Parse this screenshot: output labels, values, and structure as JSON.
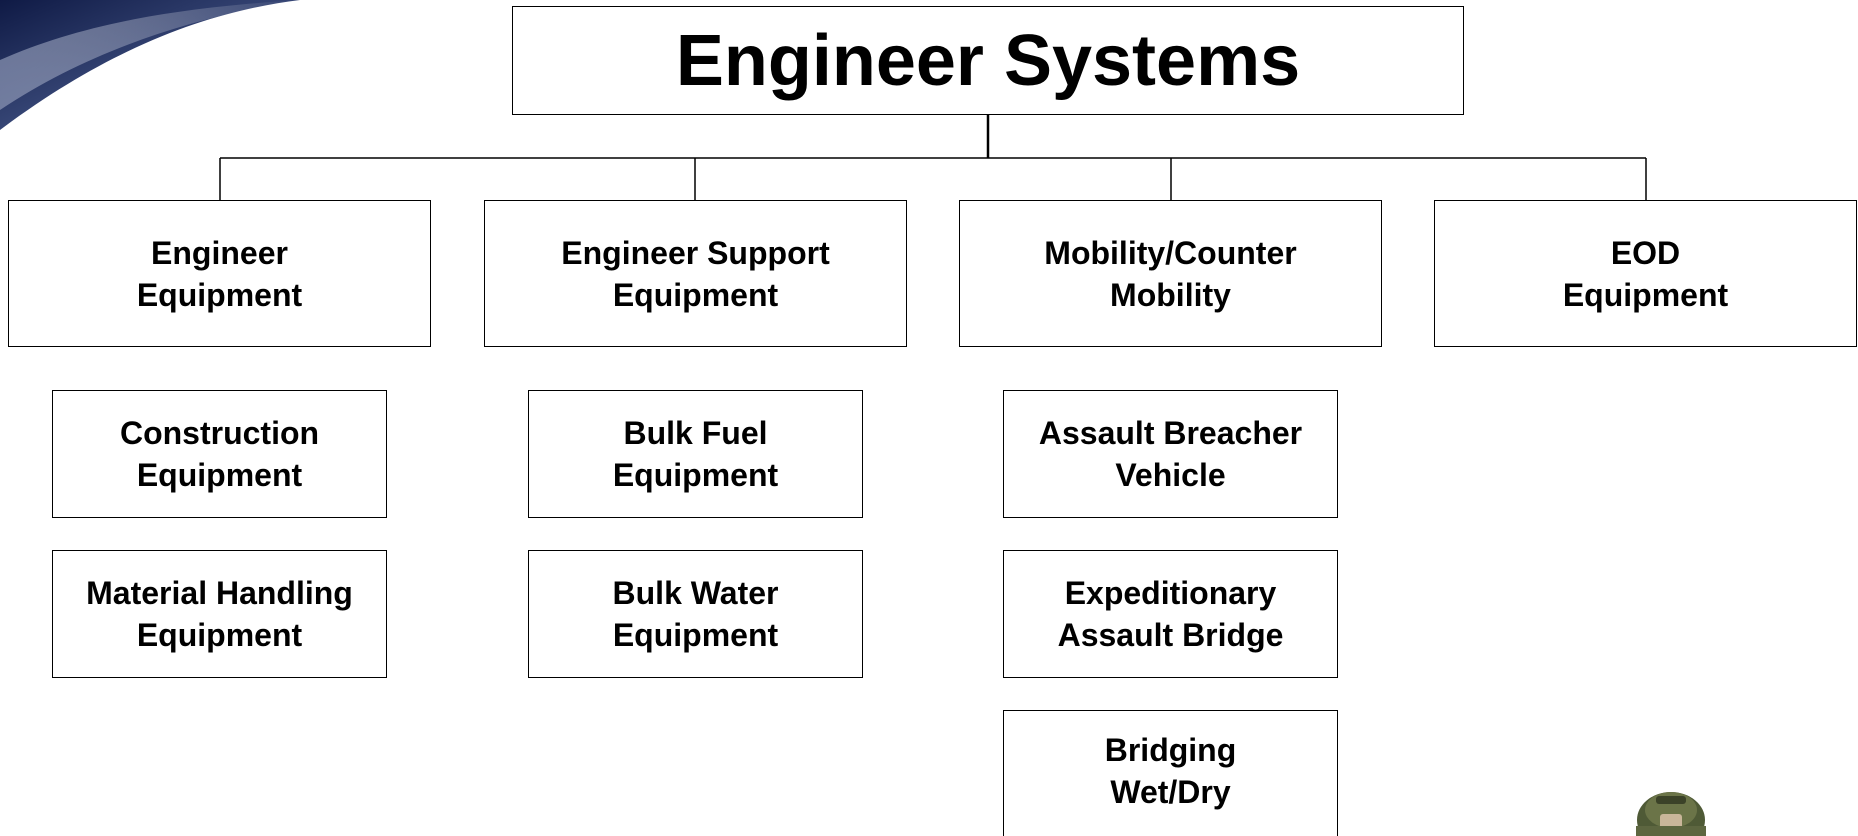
{
  "title": "Engineer Systems",
  "categories": [
    {
      "line1": "Engineer",
      "line2": "Equipment"
    },
    {
      "line1": "Engineer Support",
      "line2": "Equipment"
    },
    {
      "line1": "Mobility/Counter",
      "line2": "Mobility"
    },
    {
      "line1": "EOD",
      "line2": "Equipment"
    }
  ],
  "subitems": {
    "engineer_equipment": [
      {
        "line1": "Construction",
        "line2": "Equipment"
      },
      {
        "line1": "Material Handling",
        "line2": "Equipment"
      }
    ],
    "engineer_support": [
      {
        "line1": "Bulk Fuel",
        "line2": "Equipment"
      },
      {
        "line1": "Bulk Water",
        "line2": "Equipment"
      }
    ],
    "mobility": [
      {
        "line1": "Assault Breacher",
        "line2": "Vehicle"
      },
      {
        "line1": "Expeditionary",
        "line2": "Assault Bridge"
      },
      {
        "line1": "Bridging",
        "line2": "Wet/Dry"
      }
    ]
  },
  "colors": {
    "border": "#000000",
    "background": "#ffffff",
    "swoosh": "#1c2a5a"
  }
}
